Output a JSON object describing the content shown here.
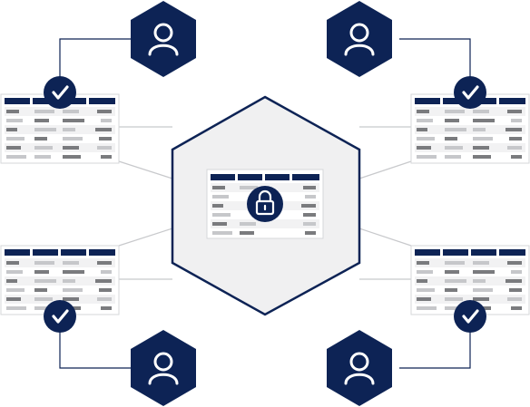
{
  "colors": {
    "navy": "#0d2355",
    "hub_fill": "#f0f0f1",
    "table_header": "#0d2355",
    "connector_gray": "#c8c9cc",
    "connector_dark": "#0d2355",
    "cell_dark": "#7a7b7e",
    "cell_light": "#c6c7ca",
    "row_alt": "#f2f2f3"
  },
  "hub": {
    "table_icon": "lock-icon"
  },
  "users": [
    {
      "id": "top-left",
      "icon": "user-icon",
      "status_icon": "checkmark-icon"
    },
    {
      "id": "top-right",
      "icon": "user-icon",
      "status_icon": "checkmark-icon"
    },
    {
      "id": "bottom-left",
      "icon": "user-icon",
      "status_icon": "checkmark-icon"
    },
    {
      "id": "bottom-right",
      "icon": "user-icon",
      "status_icon": "checkmark-icon"
    }
  ]
}
